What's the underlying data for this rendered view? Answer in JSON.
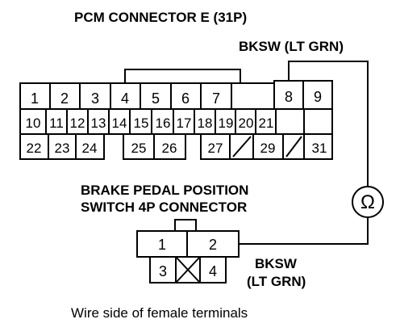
{
  "pcm": {
    "title": "PCM CONNECTOR E (31P)",
    "wire_label": "BKSW (LT GRN)",
    "row1": [
      "1",
      "2",
      "3",
      "4",
      "5",
      "6",
      "7",
      "",
      "8",
      "9"
    ],
    "row2": [
      "10",
      "11",
      "12",
      "13",
      "14",
      "15",
      "16",
      "17",
      "18",
      "19",
      "20",
      "21"
    ],
    "row3": [
      "22",
      "23",
      "24",
      "",
      "25",
      "26",
      "",
      "27",
      "",
      "29",
      "",
      "31"
    ]
  },
  "switch": {
    "title_line1": "BRAKE PEDAL POSITION",
    "title_line2": "SWITCH 4P CONNECTOR",
    "wire_label_line1": "BKSW",
    "wire_label_line2": "(LT GRN)",
    "top": [
      "1",
      "2"
    ],
    "bottom": [
      "3",
      "",
      "4"
    ]
  },
  "meter": {
    "symbol": "Ω"
  },
  "footer": "Wire side of female terminals"
}
